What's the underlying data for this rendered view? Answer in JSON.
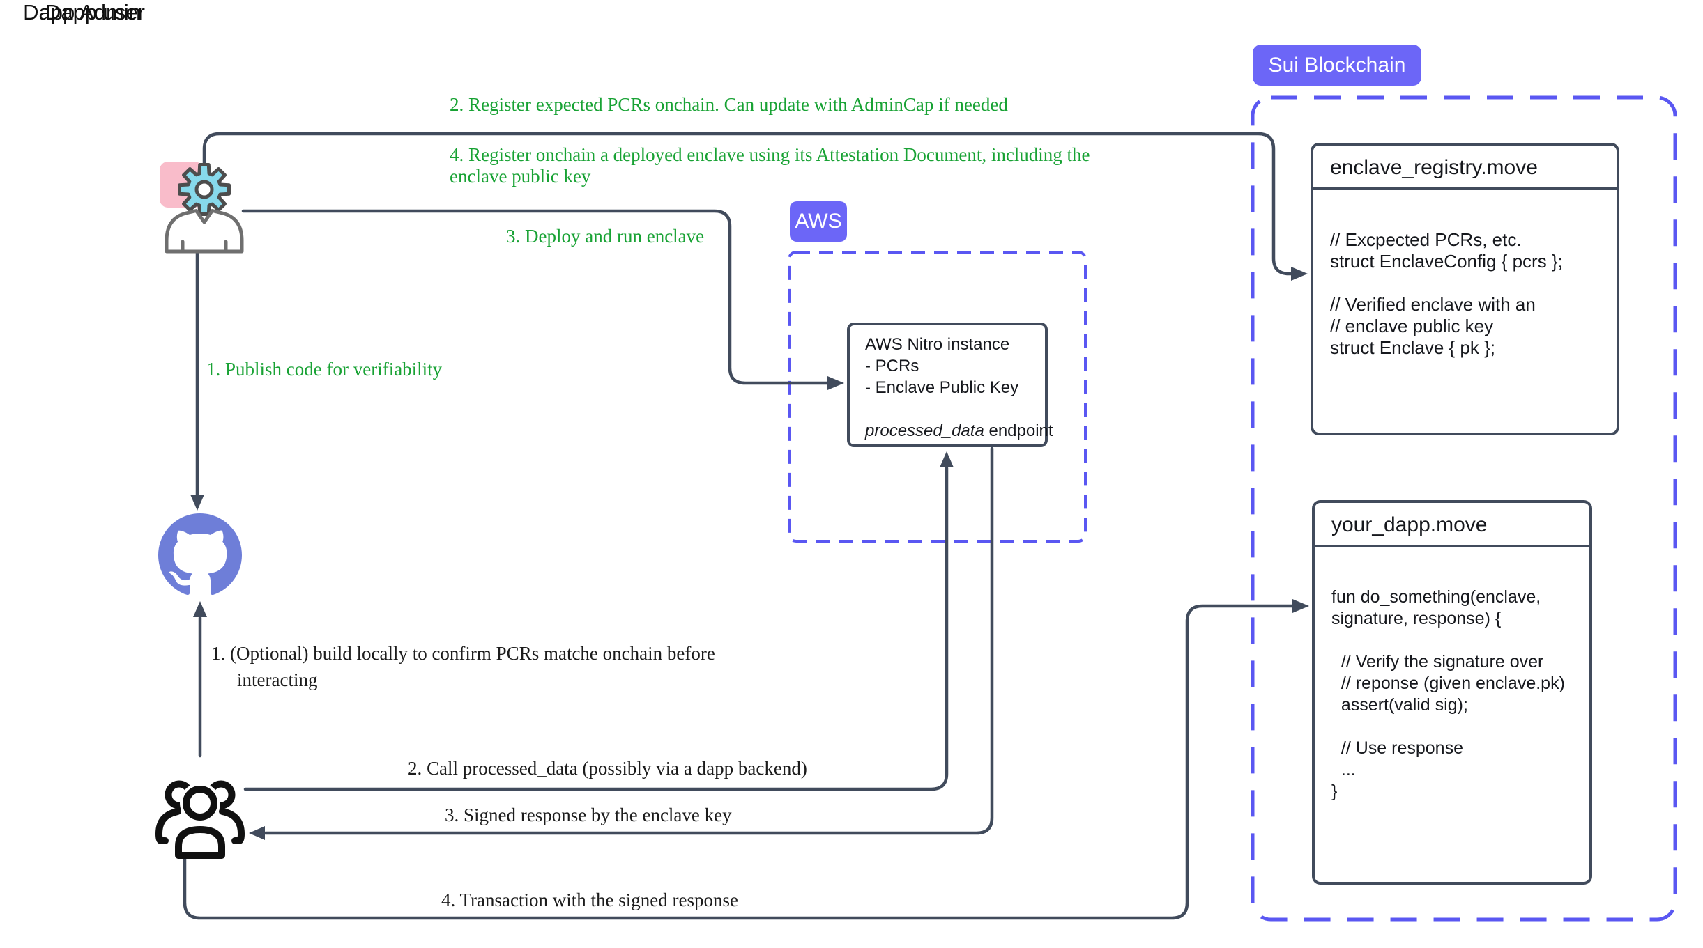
{
  "colors": {
    "connector": "#414b5c",
    "dashed_border": "#5a57f2",
    "badge_bg": "#6c66f7",
    "github_purple": "#6e7ed8",
    "gear_fill": "#87d9eb",
    "gear_stroke": "#4d4d4d",
    "pink_accent": "#f9bcca",
    "green_text": "#18a234",
    "black_text": "#1c1c1c"
  },
  "actors": {
    "admin_label": "Dapp Admin",
    "user_label": "Dapp user"
  },
  "aws": {
    "badge_label": "AWS",
    "nitro": {
      "title": "AWS Nitro instance",
      "line1": "- PCRs",
      "line2": "- Enclave Public Key",
      "endpoint_name": "processed_data",
      "endpoint_suffix": " endpoint"
    }
  },
  "sui": {
    "badge_label": "Sui Blockchain",
    "registry": {
      "title": "enclave_registry.move",
      "code": [
        "// Excpected PCRs, etc.",
        "struct EnclaveConfig { pcrs };",
        "",
        "// Verified enclave with an",
        "// enclave public key",
        "struct Enclave { pk };"
      ]
    },
    "dapp": {
      "title": "your_dapp.move",
      "code": [
        "fun do_something(enclave,",
        "signature, response) {",
        "",
        "  // Verify the signature over",
        "  // reponse (given enclave.pk)",
        "  assert(valid sig);",
        "",
        "  // Use response",
        "  ...",
        "}"
      ]
    }
  },
  "annotations": {
    "publish": "1. Publish code for verifiability",
    "register_pcrs": "2. Register expected PCRs onchain. Can update with AdminCap if needed",
    "deploy": "3. Deploy and run enclave",
    "register_enclave_line1": "4. Register onchain a deployed enclave using its Attestation Document, including the",
    "register_enclave_line2": "enclave public key",
    "build_line1": "1. (Optional) build locally to confirm PCRs matche onchain before",
    "build_line2": "interacting",
    "call": "2. Call processed_data (possibly via a dapp backend)",
    "signed": "3. Signed response by the enclave key",
    "transaction": "4. Transaction with the signed response"
  }
}
